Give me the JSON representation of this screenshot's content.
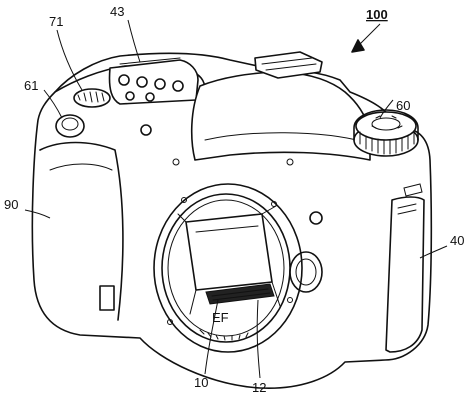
{
  "figure": {
    "labels": [
      {
        "id": "ref-100",
        "text": "100"
      },
      {
        "id": "ref-43",
        "text": "43"
      },
      {
        "id": "ref-71",
        "text": "71"
      },
      {
        "id": "ref-61",
        "text": "61"
      },
      {
        "id": "ref-60",
        "text": "60"
      },
      {
        "id": "ref-90",
        "text": "90"
      },
      {
        "id": "ref-40",
        "text": "40"
      },
      {
        "id": "ref-10",
        "text": "10"
      },
      {
        "id": "ref-12",
        "text": "12"
      }
    ],
    "mount_text": "EF"
  },
  "colors": {
    "ink": "#111111",
    "background": "#ffffff"
  }
}
